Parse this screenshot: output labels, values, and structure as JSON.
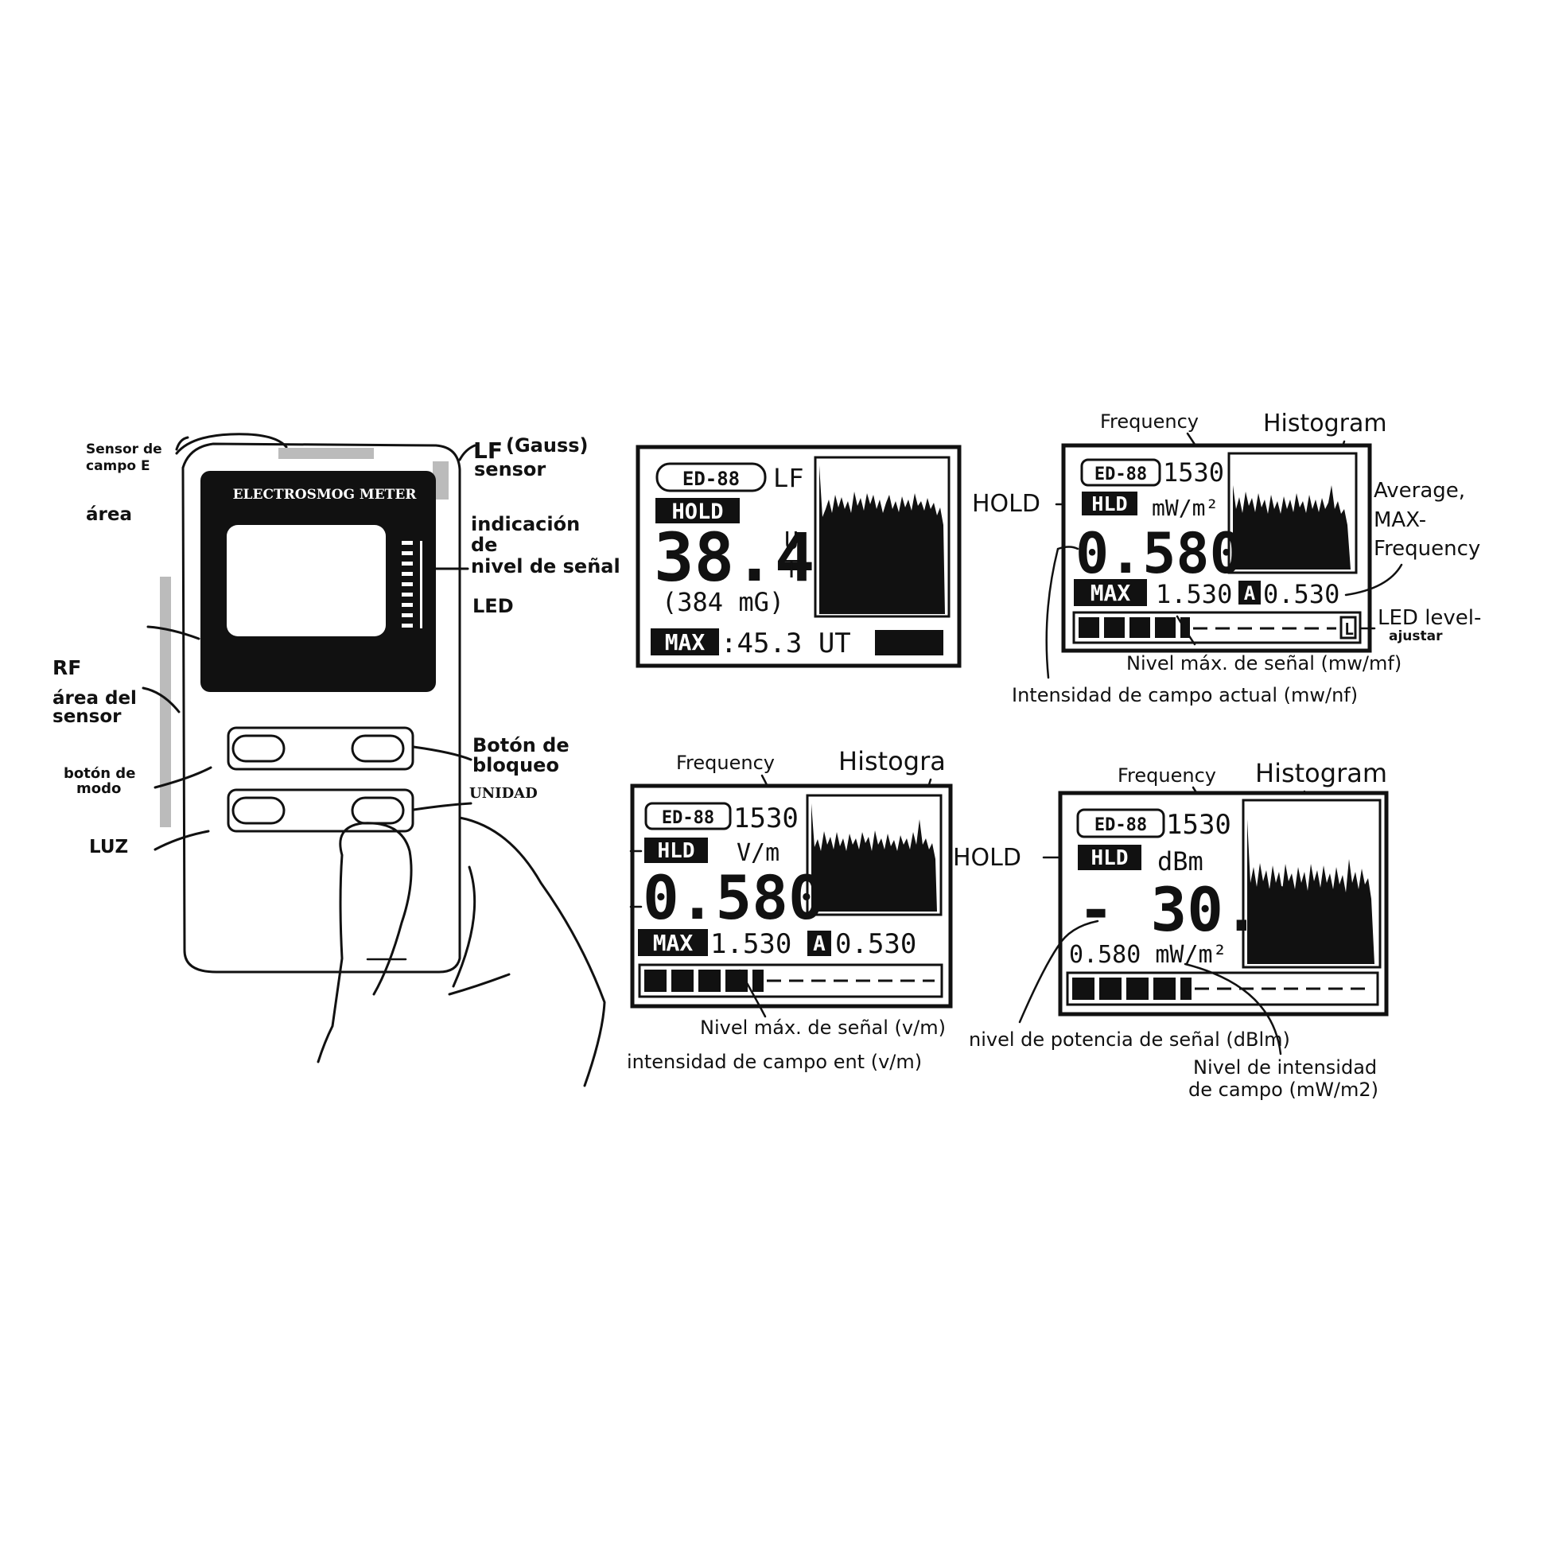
{
  "device": {
    "brand_label": "ELECTROSMOG METER",
    "labels": {
      "sensor_e_1": "Sensor de",
      "sensor_e_2": "campo E",
      "area": "área",
      "rf": "RF",
      "rf_area_1": "área del",
      "rf_area_2": "sensor",
      "mode_btn_1": "botón de",
      "mode_btn_2": "modo",
      "luz": "LUZ",
      "lf": "LF",
      "gauss": "(Gauss)",
      "lf_sensor": "sensor",
      "ind_1": "indicación",
      "ind_2": "de",
      "ind_3": "nivel de señal",
      "led": "LED",
      "lock_1": "Botón de",
      "lock_2": "bloqueo",
      "unidad": "UNIDAD"
    }
  },
  "panel_lf": {
    "model": "ED-88",
    "mode": "LF",
    "hold": "HOLD",
    "value": "38.4",
    "unit_top": "U",
    "unit_bottom": "T",
    "sub_value": "(384 mG)",
    "max_label": "MAX",
    "max_value": ":45.3 UT"
  },
  "panel_mw": {
    "freq_label": "Frequency",
    "hist_label": "Histogram",
    "hold_label": "HOLD",
    "model": "ED-88",
    "freq": "1530",
    "hld": "HLD",
    "unit": "mW/m²",
    "value": "0.580",
    "max_label": "MAX",
    "max_value": "1.530",
    "avg_label": "A",
    "avg_value": "0.530",
    "side_1": "Average,",
    "side_2": "MAX-",
    "side_3": "Frequency",
    "led_label": "LED level-",
    "adjust": "ajustar",
    "l_icon": "L",
    "caption_max": "Nivel máx. de señal (mw/mf)",
    "caption_cur": "Intensidad de campo actual (mw/nf)"
  },
  "panel_vm": {
    "freq_label": "Frequency",
    "hist_label": "Histogra",
    "model": "ED-88",
    "freq": "1530",
    "hld": "HLD",
    "unit": "V/m",
    "value": "0.580",
    "max_label": "MAX",
    "max_value": "1.530",
    "avg_label": "A",
    "avg_value": "0.530",
    "caption_max": "Nivel máx. de señal (v/m)",
    "caption_cur": "intensidad de campo ent (v/m)"
  },
  "panel_dbm": {
    "freq_label": "Frequency",
    "hist_label": "Histogram",
    "hold_label": "HOLD",
    "model": "ED-88",
    "freq": "1530",
    "hld": "HLD",
    "unit": "dBm",
    "value": "- 30.0",
    "sub_value": "0.580 mW/m²",
    "caption_power": "nivel de potencia de señal (dBlm)",
    "caption_int_1": "Nivel de intensidad",
    "caption_int_2": "de campo (mW/m2)"
  },
  "colors": {
    "ink": "#111111",
    "paper": "#ffffff",
    "bezel": "#111111"
  }
}
